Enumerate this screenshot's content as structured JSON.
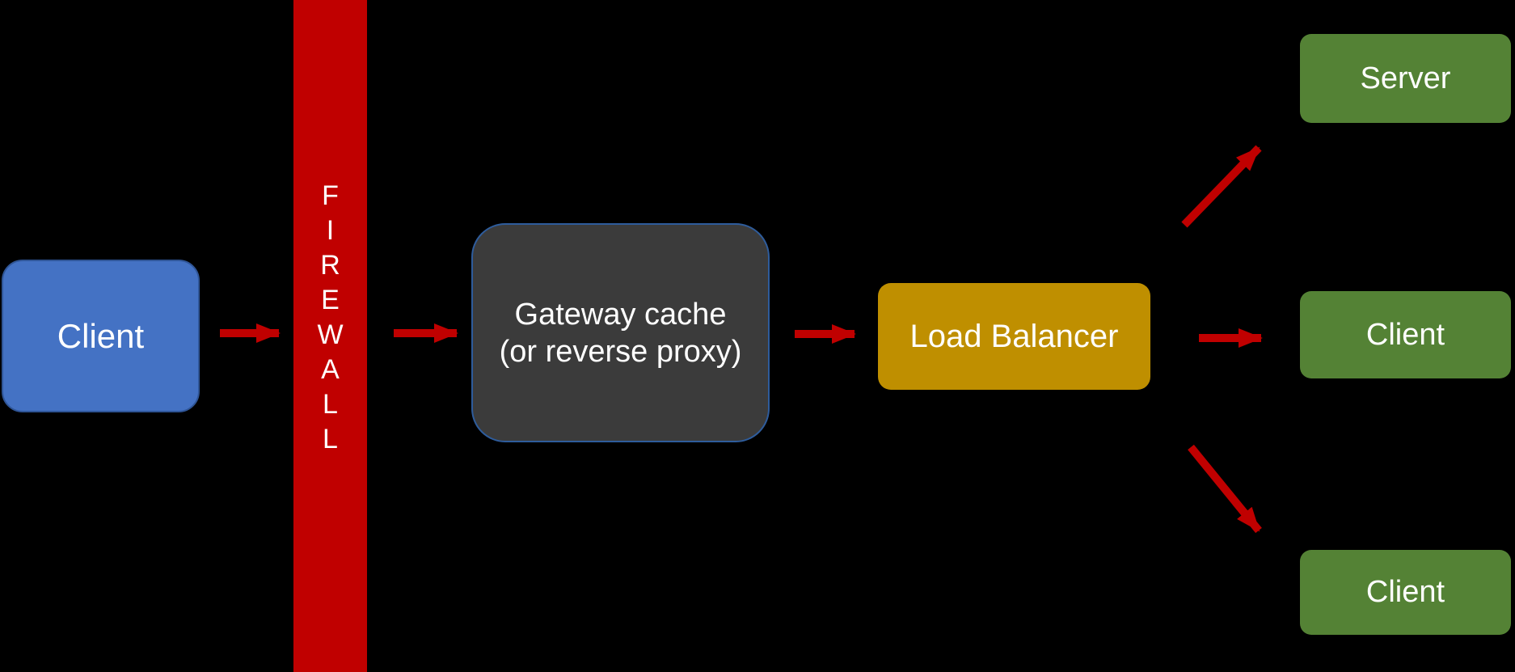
{
  "diagram": {
    "background_color": "#000000",
    "arrow_color": "#C00000",
    "text_color": "#FFFFFF",
    "nodes": {
      "client_left": {
        "label": "Client",
        "fill": "#4472C4",
        "border": "#2F5597"
      },
      "firewall": {
        "label": "FIREWALL",
        "fill": "#C00000"
      },
      "gateway": {
        "line1": "Gateway cache",
        "line2": "(or reverse proxy)",
        "fill": "#3B3B3B",
        "border": "#2E5C9C"
      },
      "load_balancer": {
        "label": "Load Balancer",
        "fill": "#BF8F00"
      },
      "server": {
        "label": "Server",
        "fill": "#548235"
      },
      "client_mid": {
        "label": "Client",
        "fill": "#548235"
      },
      "client_bottom": {
        "label": "Client",
        "fill": "#548235"
      }
    },
    "connections": [
      {
        "from": "client_left",
        "to": "firewall"
      },
      {
        "from": "firewall",
        "to": "gateway"
      },
      {
        "from": "gateway",
        "to": "load_balancer"
      },
      {
        "from": "load_balancer",
        "to": "server"
      },
      {
        "from": "load_balancer",
        "to": "client_mid"
      },
      {
        "from": "load_balancer",
        "to": "client_bottom"
      }
    ]
  }
}
